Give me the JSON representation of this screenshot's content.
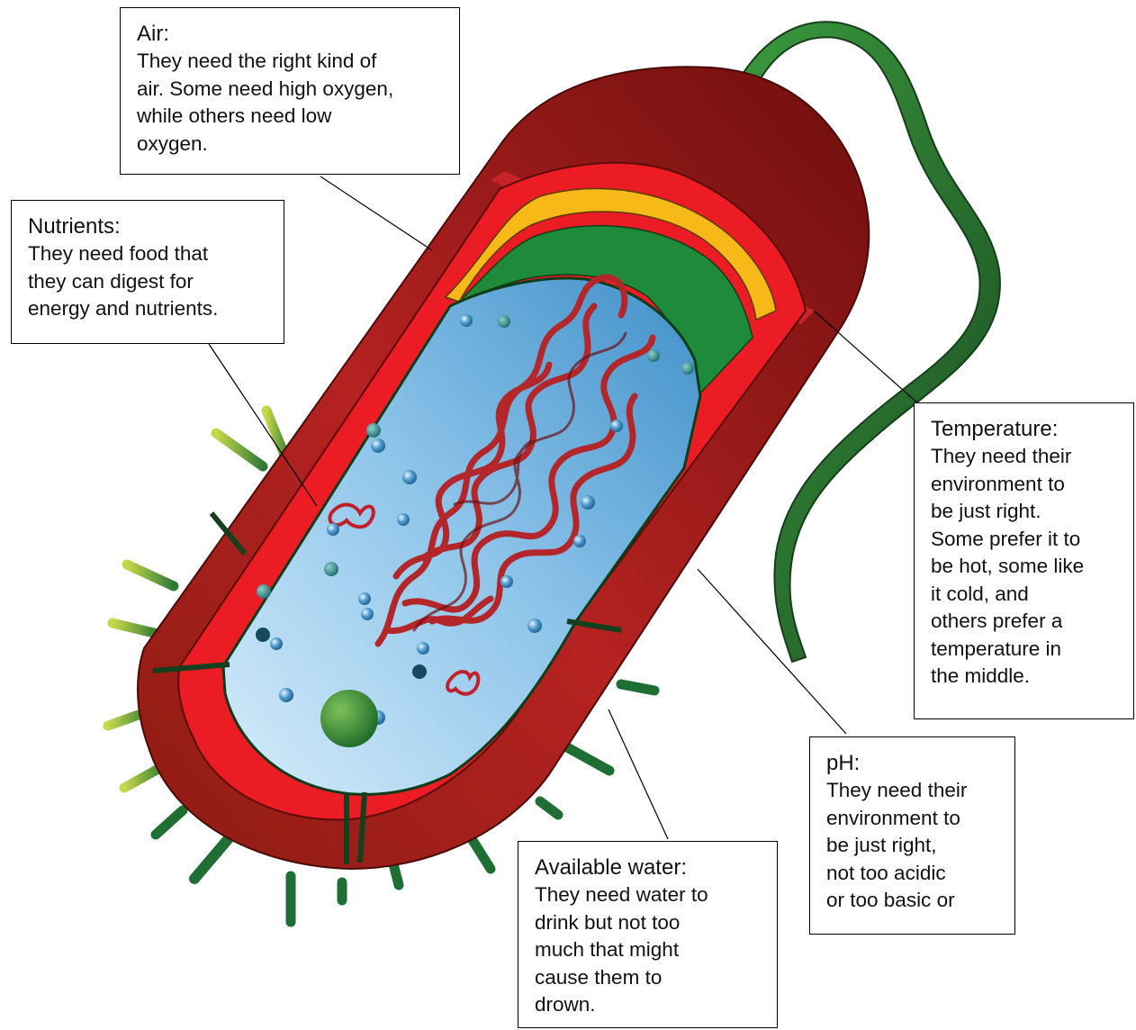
{
  "labels": {
    "air": {
      "title": "Air:",
      "body": "They need the right kind of\nair. Some need high oxygen,\nwhile others need low\noxygen."
    },
    "nutrients": {
      "title": "Nutrients:",
      "body": "They need food that\nthey can digest for\nenergy and nutrients."
    },
    "temperature": {
      "title": "Temperature:",
      "body": "They need their\nenvironment to\nbe just right.\nSome prefer it to\nbe hot, some like\nit cold, and\nothers prefer a\ntemperature in\nthe middle."
    },
    "ph": {
      "title": "pH:",
      "body": "They need their\nenvironment to\nbe just right,\nnot too acidic\nor too basic or"
    },
    "water": {
      "title": "Available water:",
      "body": "They need water to\ndrink but not too\nmuch that might\ncause them to\ndrown."
    }
  },
  "colors": {
    "capsule_dark": "#8b1a12",
    "capsule_mid": "#c42026",
    "cell_wall": "#ec1c24",
    "outer_membrane": "#f7b917",
    "inner_membrane": "#1e8a3a",
    "cytoplasm": "#a9d4ef",
    "nucleoid": "#b3262a",
    "flagellum": "#2a6b2e",
    "pili": "#1f6e33",
    "leader_line": "#000000"
  }
}
